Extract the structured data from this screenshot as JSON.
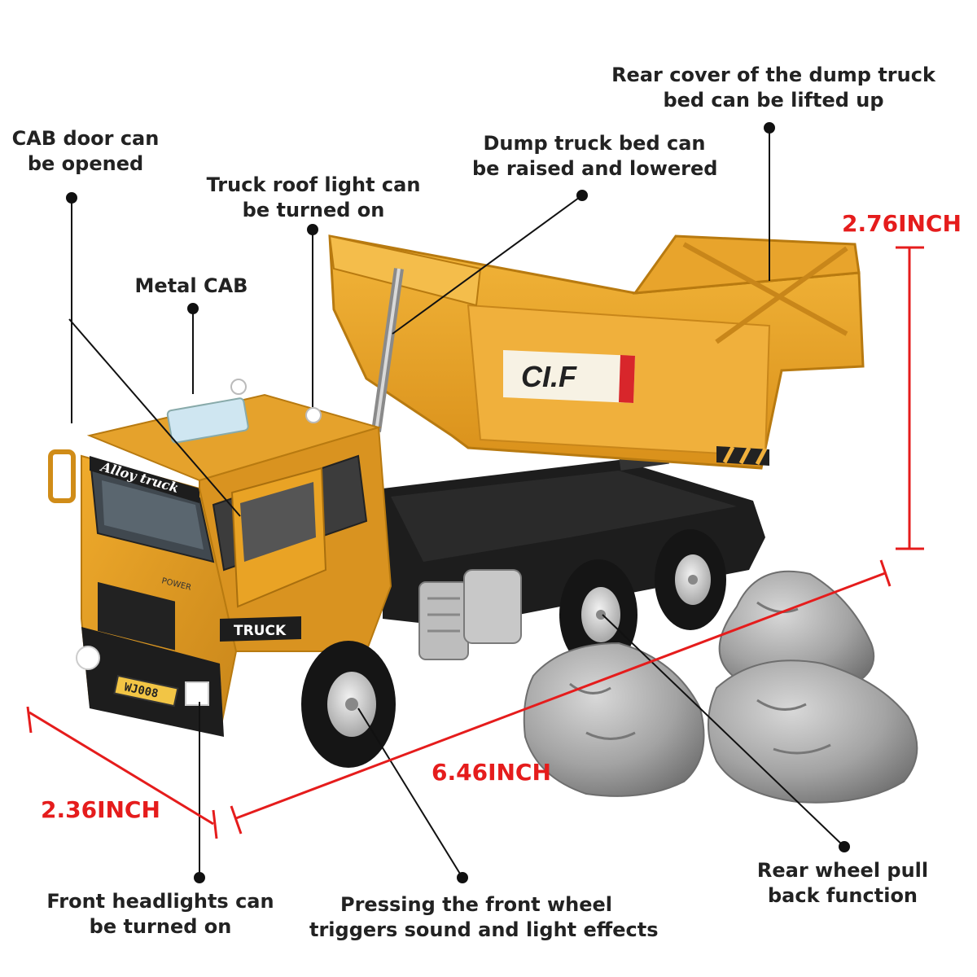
{
  "callouts": {
    "rear_cover": [
      "Rear cover of the dump truck",
      "bed can be lifted up"
    ],
    "cab_door": [
      "CAB door can",
      "be opened"
    ],
    "dump_bed": [
      "Dump truck bed can",
      "be raised and lowered"
    ],
    "roof_light": [
      "Truck roof light can",
      "be turned on"
    ],
    "metal_cab": [
      "Metal CAB"
    ],
    "headlights": [
      "Front headlights can",
      "be turned on"
    ],
    "front_wheel": [
      "Pressing the front wheel",
      "triggers sound and light effects"
    ],
    "rear_wheel": [
      "Rear wheel pull",
      "back function"
    ]
  },
  "dimensions": {
    "height": "2.76INCH",
    "length": "6.46INCH",
    "width": "2.36INCH"
  },
  "truck_markings": {
    "bed_logo": "CI.F",
    "cab_badge": "Alloy truck",
    "grille_text": "POWER",
    "door_text": "TRUCK",
    "plate": "WJ008"
  },
  "colors": {
    "truck_yellow": "#e9a325",
    "truck_dark_yellow": "#b87a10",
    "chassis": "#1d1d1d",
    "rock": "#a9a9a9",
    "dimension_red": "#e51c1c"
  }
}
